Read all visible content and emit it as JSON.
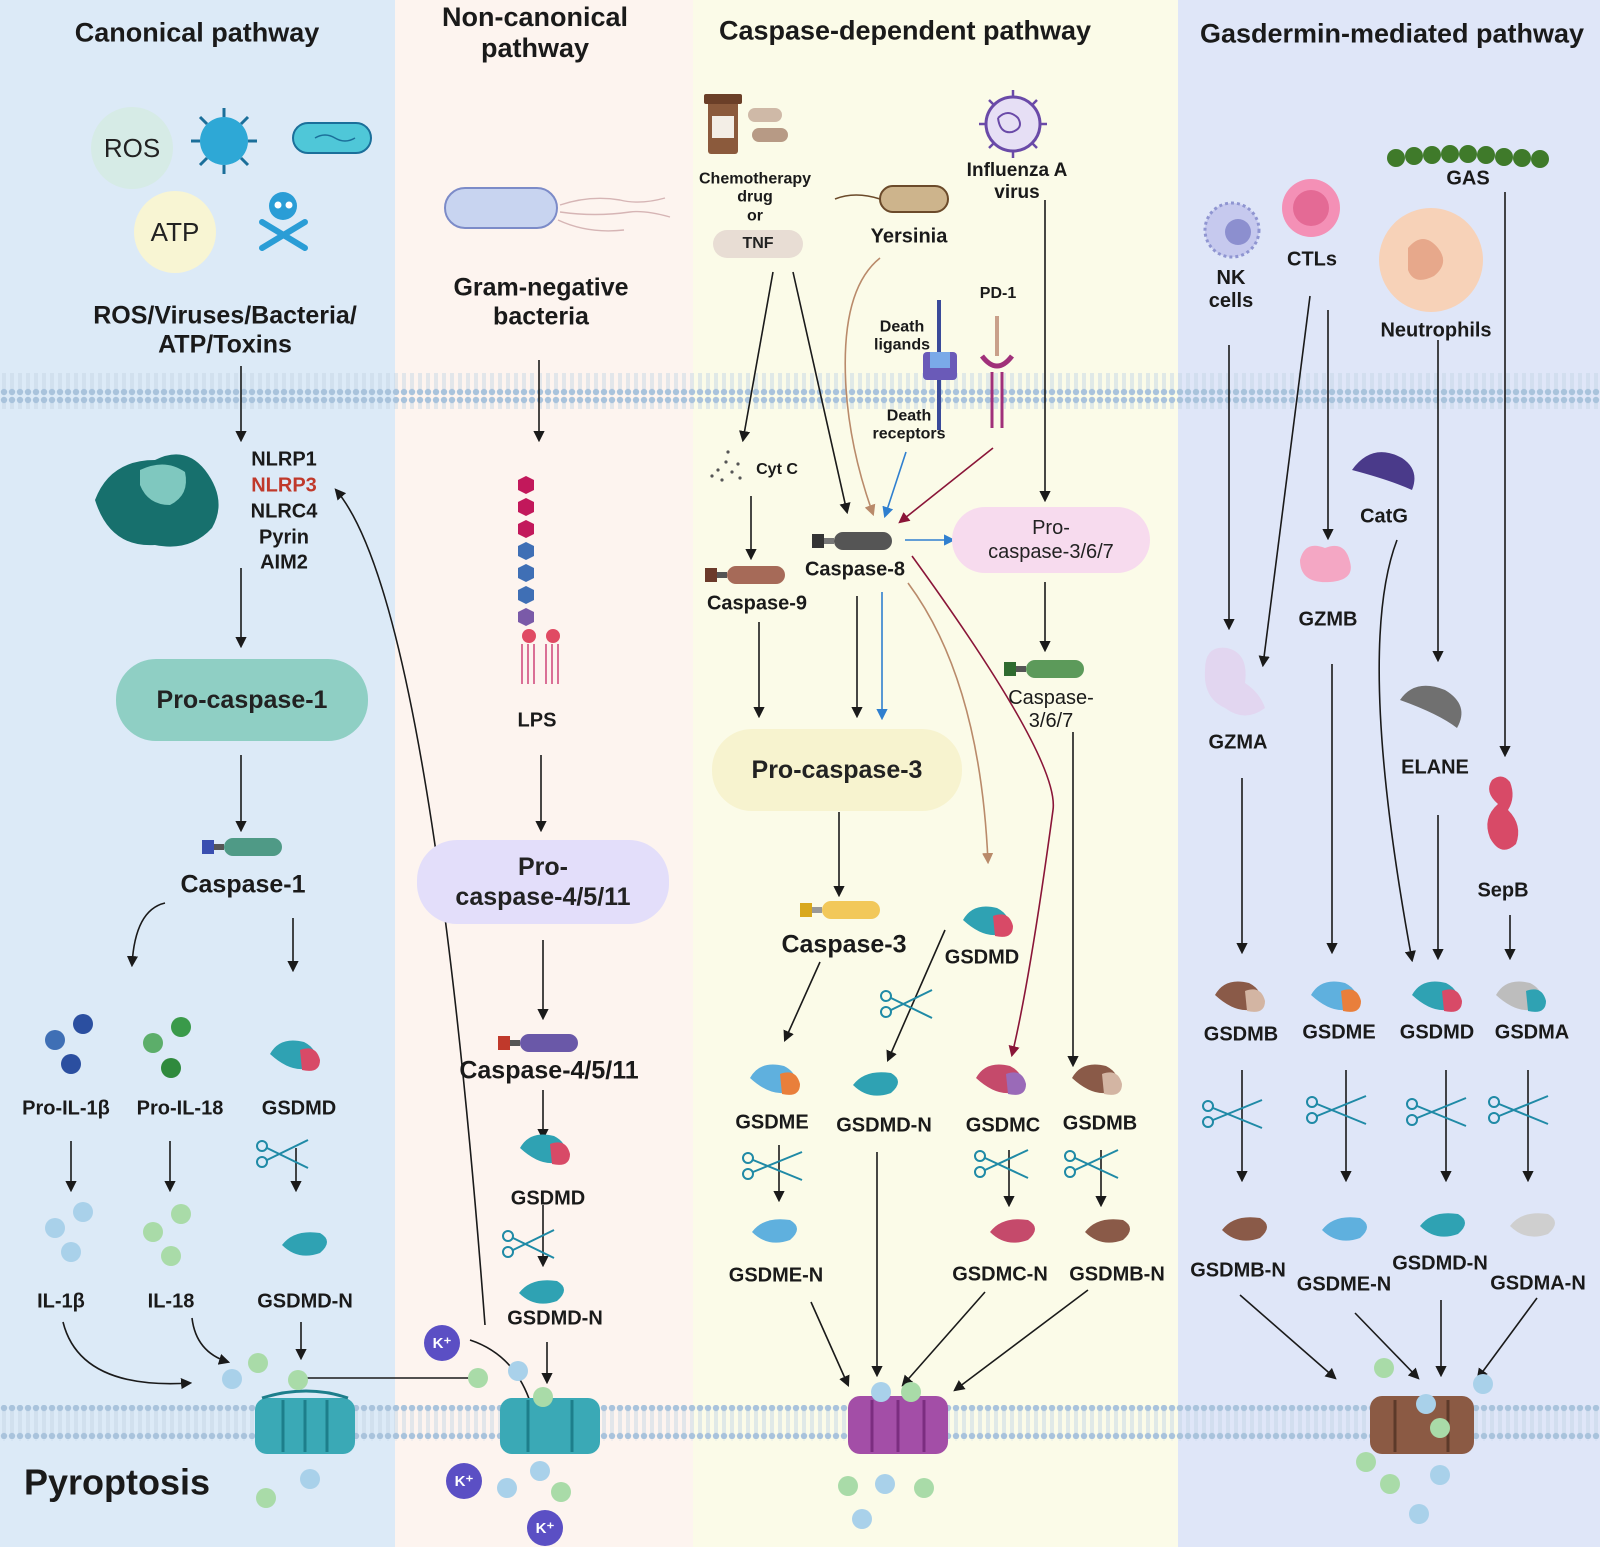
{
  "columns": {
    "canonical": {
      "title": "Canonical pathway",
      "bg": "#dceaf7"
    },
    "noncanonical": {
      "title": "Non-canonical\npathway",
      "bg": "#fdf4ef"
    },
    "caspase": {
      "title": "Caspase-dependent pathway",
      "bg": "#fbfbe8"
    },
    "gasdermin": {
      "title": "Gasdermin-mediated pathway",
      "bg": "#dfe6f8"
    }
  },
  "canonical": {
    "ros": "ROS",
    "atp": "ATP",
    "trigger": "ROS/Viruses/Bacteria/\nATP/Toxins",
    "nlrp1": "NLRP1",
    "nlrp3": "NLRP3",
    "nlrc4": "NLRC4",
    "pyrin": "Pyrin",
    "aim2": "AIM2",
    "pro_caspase1": "Pro-caspase-1",
    "caspase1": "Caspase-1",
    "pro_il1b": "Pro-IL-1β",
    "pro_il18": "Pro-IL-18",
    "gsdmd": "GSDMD",
    "il1b": "IL-1β",
    "il18": "IL-18",
    "gsdmd_n": "GSDMD-N",
    "pyroptosis": "Pyroptosis"
  },
  "noncanonical": {
    "gram_neg": "Gram-negative\nbacteria",
    "lps": "LPS",
    "pro_caspase4": "Pro-\ncaspase-4/5/11",
    "caspase4": "Caspase-4/5/11",
    "gsdmd": "GSDMD",
    "gsdmd_n": "GSDMD-N",
    "k_ion": "K⁺"
  },
  "caspase": {
    "chemo": "Chemotherapy\ndrug\nor",
    "tnf": "TNF",
    "yersinia": "Yersinia",
    "influenza": "Influenza A\nvirus",
    "death_ligands": "Death\nligands",
    "pd1": "PD-1",
    "death_receptors": "Death\nreceptors",
    "cytc": "Cyt C",
    "caspase9": "Caspase-9",
    "caspase8": "Caspase-8",
    "pro_caspase367": "Pro-\ncaspase-3/6/7",
    "caspase367": "Caspase-\n3/6/7",
    "pro_caspase3": "Pro-caspase-3",
    "caspase3": "Caspase-3",
    "gsdmd": "GSDMD",
    "gsdme": "GSDME",
    "gsdmd_n": "GSDMD-N",
    "gsdmc": "GSDMC",
    "gsdmb": "GSDMB",
    "gsdme_n": "GSDME-N",
    "gsdmc_n": "GSDMC-N",
    "gsdmb_n": "GSDMB-N"
  },
  "gasdermin": {
    "gas": "GAS",
    "nk": "NK\ncells",
    "ctls": "CTLs",
    "neutrophils": "Neutrophils",
    "catg": "CatG",
    "gzmb": "GZMB",
    "gzma": "GZMA",
    "elane": "ELANE",
    "sepb": "SepB",
    "gsdmb": "GSDMB",
    "gsdme": "GSDME",
    "gsdmd": "GSDMD",
    "gsdma": "GSDMA",
    "gsdmb_n": "GSDMB-N",
    "gsdme_n": "GSDME-N",
    "gsdmd_n": "GSDMD-N",
    "gsdma_n": "GSDMA-N"
  },
  "colors": {
    "nlrp3_highlight": "#c0392b",
    "pro_caspase1_pill": "#8fcfc4",
    "pro_caspase4_pill": "#e3defa",
    "pro_caspase3_pill": "#f7f3cf",
    "pro_caspase367_pill": "#f7dbee",
    "tnf_pill": "#e8ddd4"
  }
}
